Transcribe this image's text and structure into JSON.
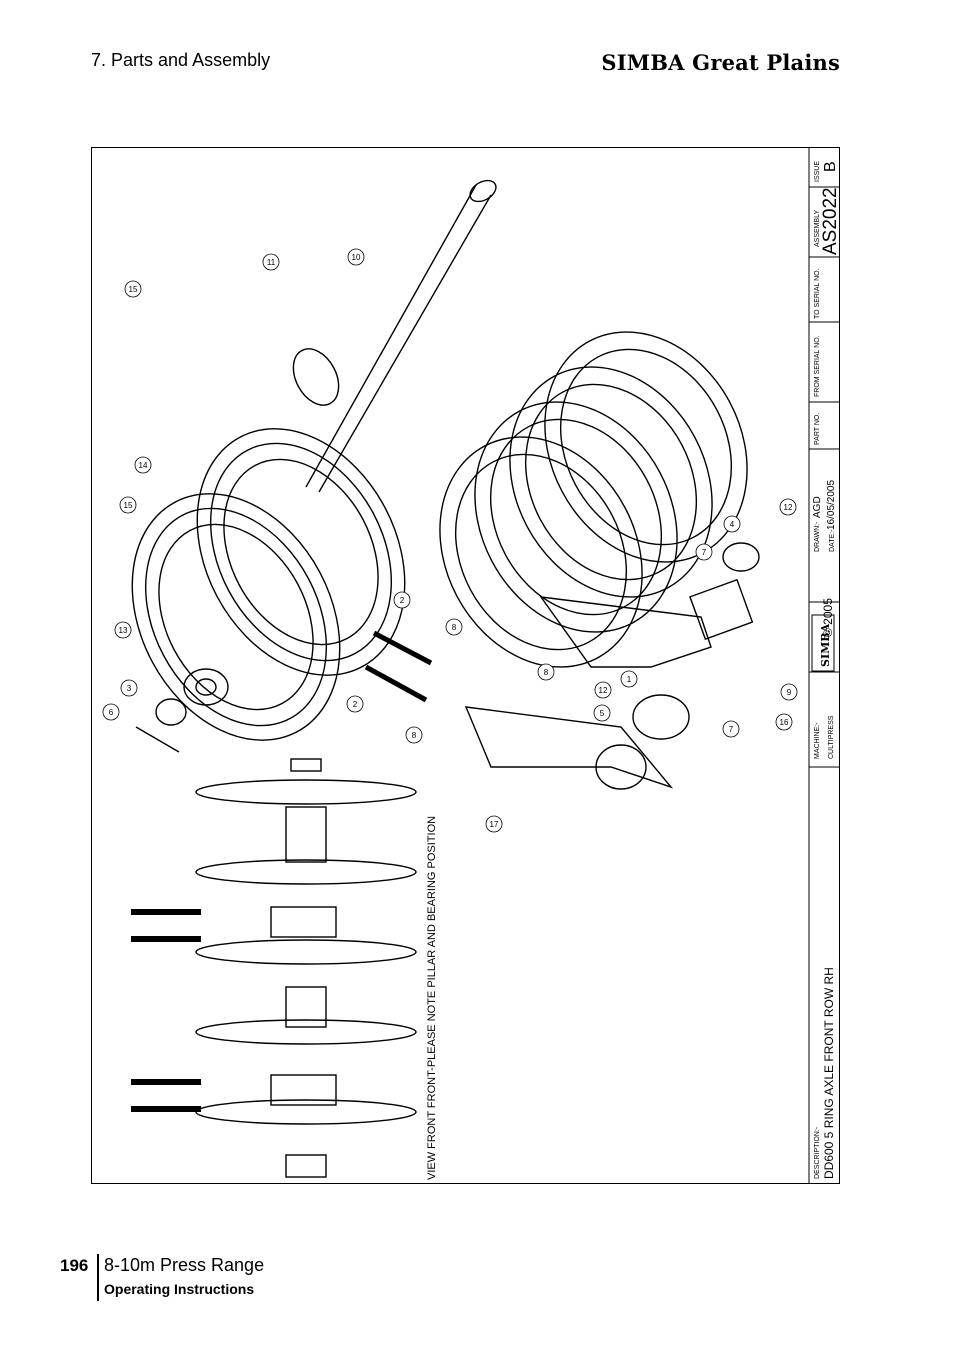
{
  "header": {
    "section": "7. Parts and Assembly",
    "brand": "SIMBA Great Plains"
  },
  "drawing": {
    "view_note": "VIEW  FRONT FRONT-PLEASE NOTE PILLAR AND BEARING POSITION",
    "title_block": {
      "description_label": "DESCRIPTION:-",
      "description": "DD600 5 RING AXLE FRONT ROW RH",
      "machine_label": "MACHINE:-",
      "machine": "CULTIPRESS",
      "logo_text": "SIMBA",
      "copyright": "© 2005",
      "drawn_label": "DRAWN:-",
      "drawn": "AGD",
      "date_label": "DATE:-",
      "date": "16/05/2005",
      "part_no_label": "PART NO.",
      "from_serial_label": "FROM SERIAL NO.",
      "to_serial_label": "TO SERIAL NO.",
      "assembly_label": "ASSEMBLY",
      "assembly": "AS2022",
      "issue_label": "ISSUE",
      "issue": "B"
    },
    "callouts": [
      "1",
      "2",
      "2",
      "3",
      "4",
      "5",
      "6",
      "7",
      "7",
      "8",
      "8",
      "9",
      "10",
      "11",
      "12",
      "12",
      "13",
      "14",
      "15",
      "15",
      "16",
      "17"
    ]
  },
  "footer": {
    "page_number": "196",
    "title": "8-10m Press Range",
    "subtitle": "Operating Instructions"
  }
}
